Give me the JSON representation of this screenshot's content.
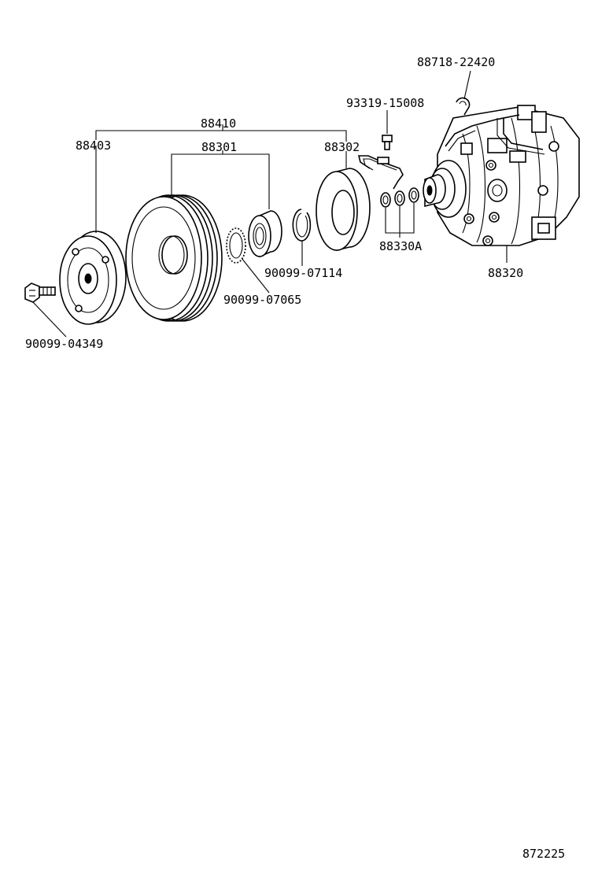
{
  "parts": {
    "p88718_22420": "88718-22420",
    "p93319_15008": "93319-15008",
    "p88410": "88410",
    "p88403": "88403",
    "p88301": "88301",
    "p88302": "88302",
    "p88330A": "88330A",
    "p88320": "88320",
    "p90099_07114": "90099-07114",
    "p90099_07065": "90099-07065",
    "p90099_04349": "90099-04349"
  },
  "illustration_number": "872225"
}
